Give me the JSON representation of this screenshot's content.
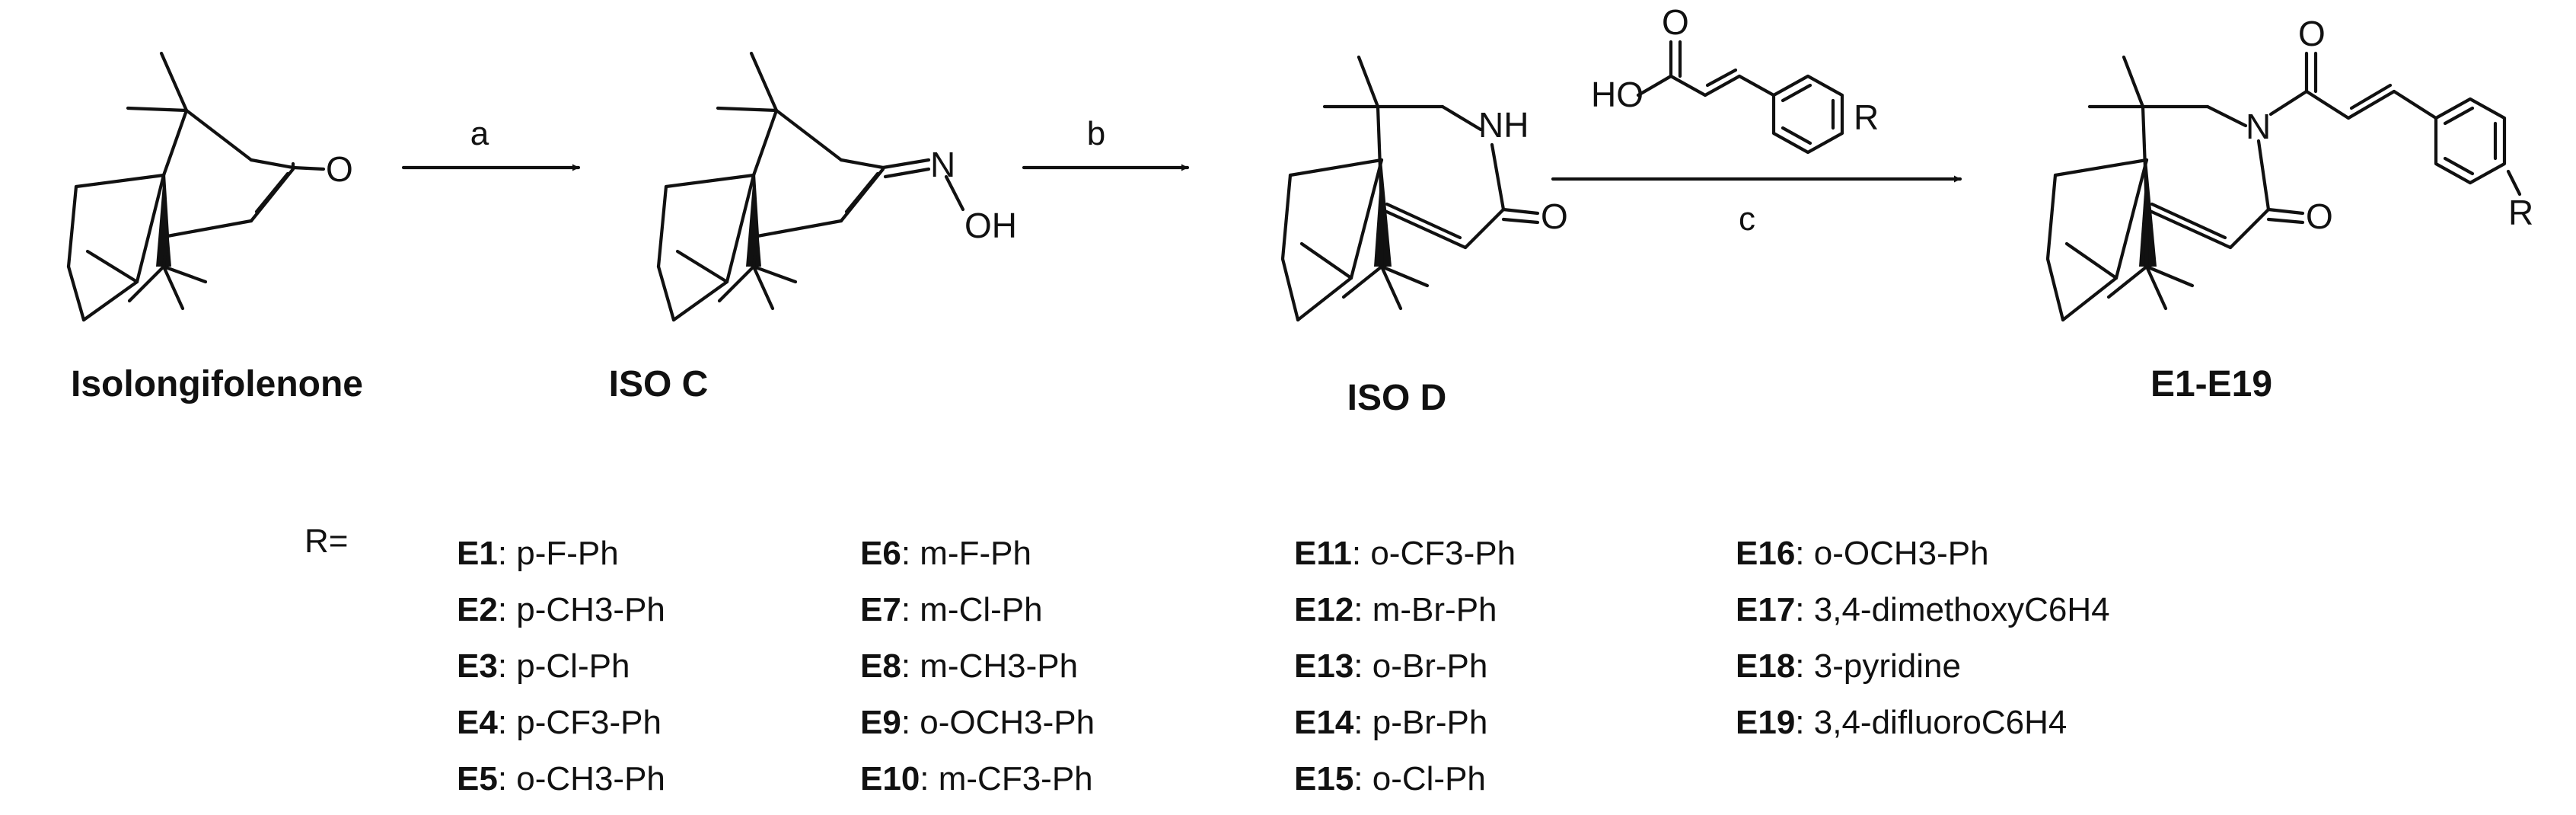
{
  "compounds": {
    "isolongifolenone": "Isolongifolenone",
    "iso_c": "ISO C",
    "iso_d": "ISO D",
    "products": "E1-E19"
  },
  "steps": {
    "a": "a",
    "b": "b",
    "c": "c"
  },
  "atoms": {
    "O": "O",
    "N": "N",
    "NH": "NH",
    "OH": "OH",
    "HO": "HO",
    "R": "R"
  },
  "r_label": "R=",
  "substituents": [
    [
      {
        "id": "E1",
        "text": "p-F-Ph"
      },
      {
        "id": "E2",
        "text": "p-CH3-Ph"
      },
      {
        "id": "E3",
        "text": "p-Cl-Ph"
      },
      {
        "id": "E4",
        "text": "p-CF3-Ph"
      },
      {
        "id": "E5",
        "text": "o-CH3-Ph"
      }
    ],
    [
      {
        "id": "E6",
        "text": "m-F-Ph"
      },
      {
        "id": "E7",
        "text": "m-Cl-Ph"
      },
      {
        "id": "E8",
        "text": "m-CH3-Ph"
      },
      {
        "id": "E9",
        "text": "o-OCH3-Ph"
      },
      {
        "id": "E10",
        "text": "m-CF3-Ph"
      }
    ],
    [
      {
        "id": "E11",
        "text": "o-CF3-Ph"
      },
      {
        "id": "E12",
        "text": "m-Br-Ph"
      },
      {
        "id": "E13",
        "text": "o-Br-Ph"
      },
      {
        "id": "E14",
        "text": "p-Br-Ph"
      },
      {
        "id": "E15",
        "text": "o-Cl-Ph"
      }
    ],
    [
      {
        "id": "E16",
        "text": "o-OCH3-Ph"
      },
      {
        "id": "E17",
        "text": "3,4-dimethoxyC6H4"
      },
      {
        "id": "E18",
        "text": "3-pyridine"
      },
      {
        "id": "E19",
        "text": "3,4-difluoroC6H4"
      }
    ]
  ]
}
